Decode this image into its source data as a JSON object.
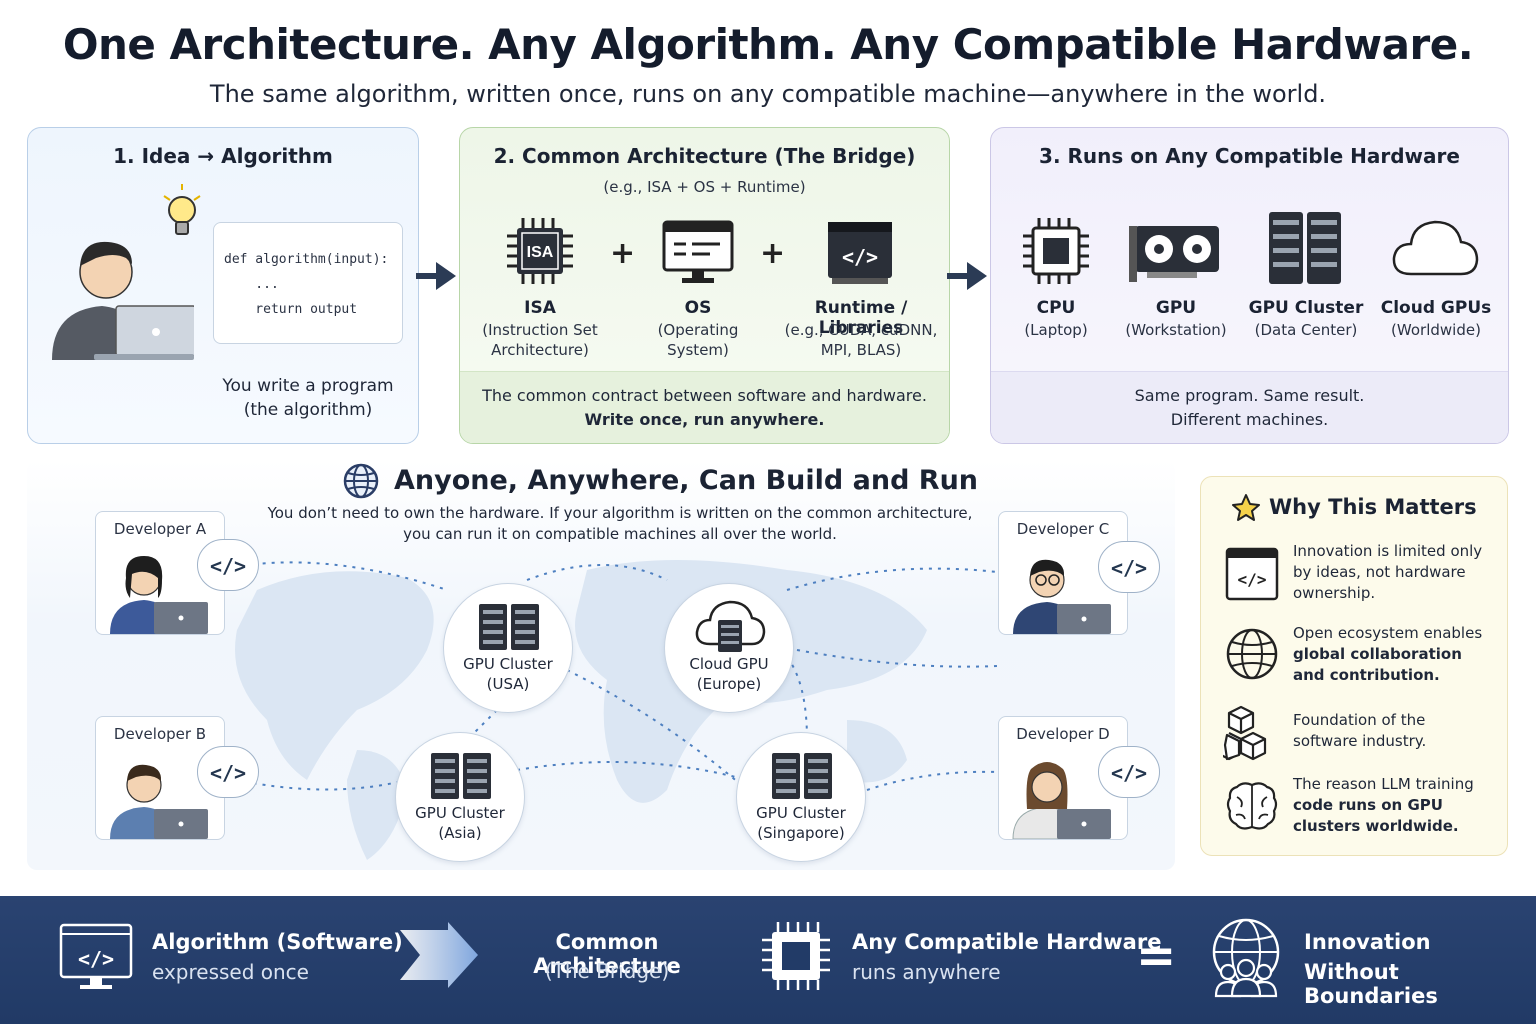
{
  "header": {
    "title": "One Architecture. Any Algorithm. Any Compatible Hardware.",
    "subtitle": "The same algorithm, written once, runs on any compatible machine—anywhere in the world."
  },
  "panel1": {
    "title": "1. Idea → Algorithm",
    "code": [
      "def algorithm(input):",
      "    ...",
      "    return output"
    ],
    "caption1": "You write a program",
    "caption2": "(the algorithm)"
  },
  "panel2": {
    "title": "2. Common Architecture (The Bridge)",
    "subtitle": "(e.g., ISA + OS + Runtime)",
    "chip_text": "ISA",
    "plus": "+",
    "items": [
      {
        "label": "ISA",
        "sub1": "(Instruction Set",
        "sub2": "Architecture)",
        "sub3": ""
      },
      {
        "label": "OS",
        "sub1": "(Operating",
        "sub2": "System)",
        "sub3": ""
      },
      {
        "label": "Runtime / Libraries",
        "sub1": "(e.g., CUDA, cuDNN,",
        "sub2": "MPI, BLAS)",
        "sub3": ""
      }
    ],
    "foot1": "The common contract between software and hardware.",
    "foot2": "Write once, run anywhere."
  },
  "panel3": {
    "title": "3. Runs on Any Compatible Hardware",
    "items": [
      {
        "label": "CPU",
        "sub": "(Laptop)"
      },
      {
        "label": "GPU",
        "sub": "(Workstation)"
      },
      {
        "label": "GPU Cluster",
        "sub": "(Data Center)"
      },
      {
        "label": "Cloud GPUs",
        "sub": "(Worldwide)"
      }
    ],
    "foot1": "Same program. Same result.",
    "foot2": "Different machines."
  },
  "network": {
    "title": "Anyone, Anywhere, Can Build and Run",
    "desc1": "You don’t need to own the hardware. If your algorithm is written on the common architecture,",
    "desc2": "you can run it on compatible machines all over the world.",
    "developers": [
      "Developer A",
      "Developer B",
      "Developer C",
      "Developer D"
    ],
    "nodes": [
      {
        "label": "GPU Cluster",
        "sub": "(USA)"
      },
      {
        "label": "Cloud GPU",
        "sub": "(Europe)"
      },
      {
        "label": "GPU Cluster",
        "sub": "(Asia)"
      },
      {
        "label": "GPU Cluster",
        "sub": "(Singapore)"
      }
    ]
  },
  "why": {
    "title": "Why This Matters",
    "items": [
      {
        "l1": "Innovation is limited only",
        "l2": "by ideas, not hardware",
        "l3": "ownership."
      },
      {
        "l1": "Open ecosystem enables",
        "l2": "global collaboration",
        "l3": "and contribution."
      },
      {
        "l1": "Foundation of the",
        "l2": "software industry.",
        "l3": ""
      },
      {
        "l1": "The reason LLM training",
        "l2": "code runs on GPU",
        "l3": "clusters worldwide."
      }
    ]
  },
  "footer": {
    "f1_main": "Algorithm (Software)",
    "f1_sub": "expressed once",
    "f2_main": "Common Architecture",
    "f2_sub": "(The Bridge)",
    "f3_main": "Any Compatible Hardware",
    "f3_sub": "runs anywhere",
    "equals": "=",
    "f4_main": "Innovation",
    "f4_sub": "Without Boundaries"
  },
  "colors": {
    "footer_bg": "#223b67",
    "panel1_border": "#b9cfe8",
    "panel2_border": "#b8d6a8",
    "panel3_border": "#cbc7e6",
    "dashed_link": "#4d7fc0"
  }
}
